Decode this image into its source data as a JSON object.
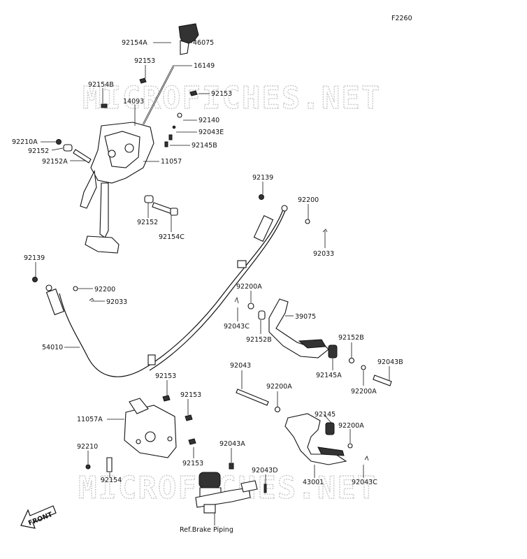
{
  "diagram": {
    "figure_id": "F2260",
    "watermark": "MICROFICHES.NET",
    "front_arrow_label": "FRONT",
    "reference_note": "Ref.Brake Piping",
    "callouts": [
      "92154A",
      "46075",
      "92153",
      "16149",
      "92154B",
      "14093",
      "92153",
      "92140",
      "92043E",
      "92210A",
      "92152",
      "92145B",
      "92152A",
      "11057",
      "92139",
      "92200",
      "92152",
      "92154C",
      "92033",
      "92139",
      "92200",
      "92033",
      "92200A",
      "92043C",
      "92152B",
      "39075",
      "92152B",
      "92145A",
      "92043B",
      "92200A",
      "54010",
      "92043",
      "92200A",
      "92153",
      "92153",
      "11057A",
      "92145",
      "92200A",
      "92210",
      "92153",
      "92043A",
      "92043D",
      "92154",
      "43001",
      "92043C"
    ]
  }
}
